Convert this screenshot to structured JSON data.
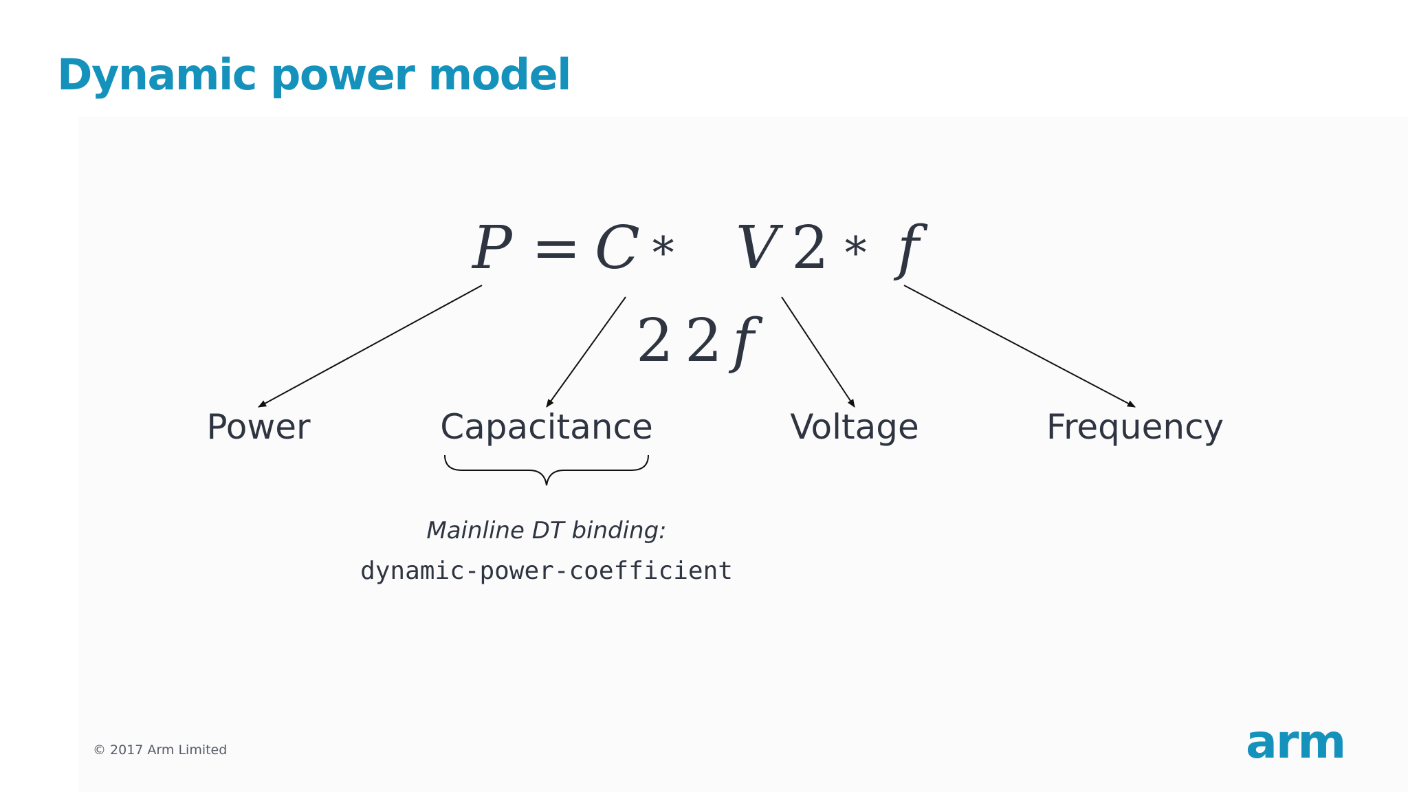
{
  "slide": {
    "title": "Dynamic power model",
    "equation": {
      "p": "P",
      "equals": "=",
      "c": "C",
      "times1": "∗",
      "v": "V",
      "two": "2",
      "times2": "∗",
      "f": "f",
      "sub_two_a": "2",
      "sub_two_b": "2",
      "sub_f": "f"
    },
    "labels": {
      "power": "Power",
      "capacitance": "Capacitance",
      "voltage": "Voltage",
      "frequency": "Frequency"
    },
    "binding_caption": "Mainline DT binding:",
    "binding_name": "dynamic-power-coefficient",
    "copyright": "© 2017 Arm Limited",
    "logo_text": "arm"
  },
  "colors": {
    "accent": "#1592bb",
    "text": "#2e3440"
  }
}
